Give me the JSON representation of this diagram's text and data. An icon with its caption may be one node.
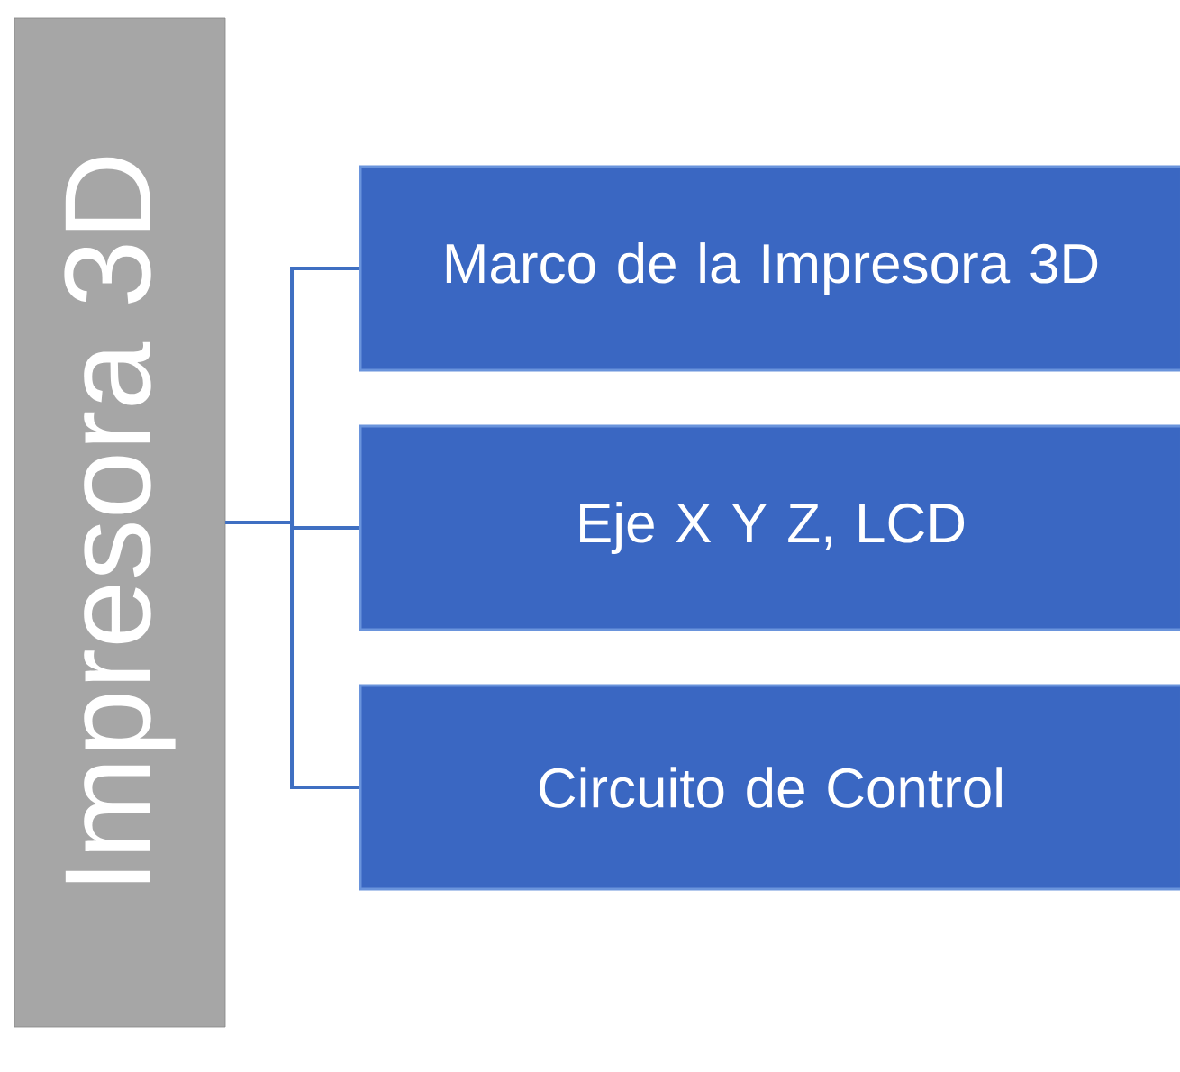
{
  "diagram": {
    "nodes": [
      {
        "text": [
          "Impresora 3D"
        ]
      },
      {
        "text": [
          "Marco de la Impresora 3D"
        ]
      },
      {
        "text": [
          "Eje X Y Z, LCD"
        ]
      },
      {
        "text": [
          "Circuito de Control"
        ]
      }
    ],
    "edges": [
      {
        "from": 0,
        "to": 1,
        "arrow": "none"
      },
      {
        "from": 0,
        "to": 2,
        "arrow": "none"
      },
      {
        "from": 0,
        "to": 3,
        "arrow": "none"
      }
    ]
  }
}
